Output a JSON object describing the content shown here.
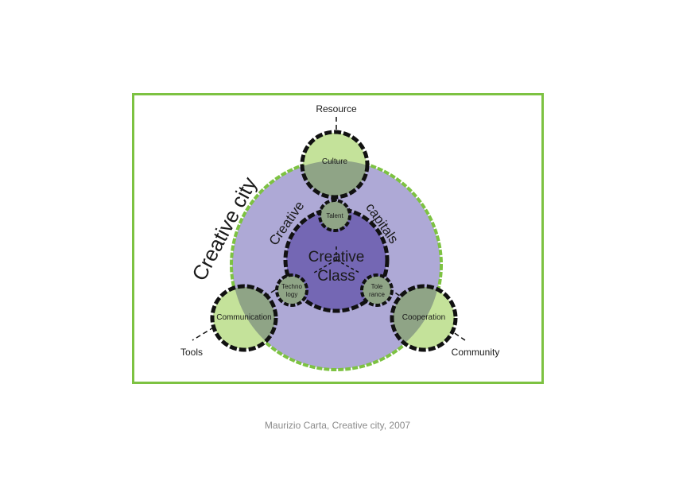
{
  "diagram": {
    "axes": {
      "resource": "Resource",
      "tools": "Tools",
      "community": "Community"
    },
    "outer_label": "Creative city",
    "ring_labels": {
      "left": "Creative",
      "right": "capitals"
    },
    "core": {
      "line1": "Creative",
      "line2": "Class"
    },
    "nodes": {
      "culture": "Culture",
      "communication": "Communication",
      "cooperation": "Cooperation",
      "talent": "Talent",
      "technology_line1": "Techno",
      "technology_line2": "logy",
      "tolerance_line1": "Tole",
      "tolerance_line2": "rance"
    },
    "colors": {
      "frame_green": "#7dc242",
      "outer_purple": "#aea9d6",
      "core_purple": "#7467b4",
      "node_green": "#c4e29a",
      "node_overlap": "#8fa486",
      "dash_black": "#111111"
    }
  },
  "caption": "Maurizio Carta, Creative city, 2007"
}
